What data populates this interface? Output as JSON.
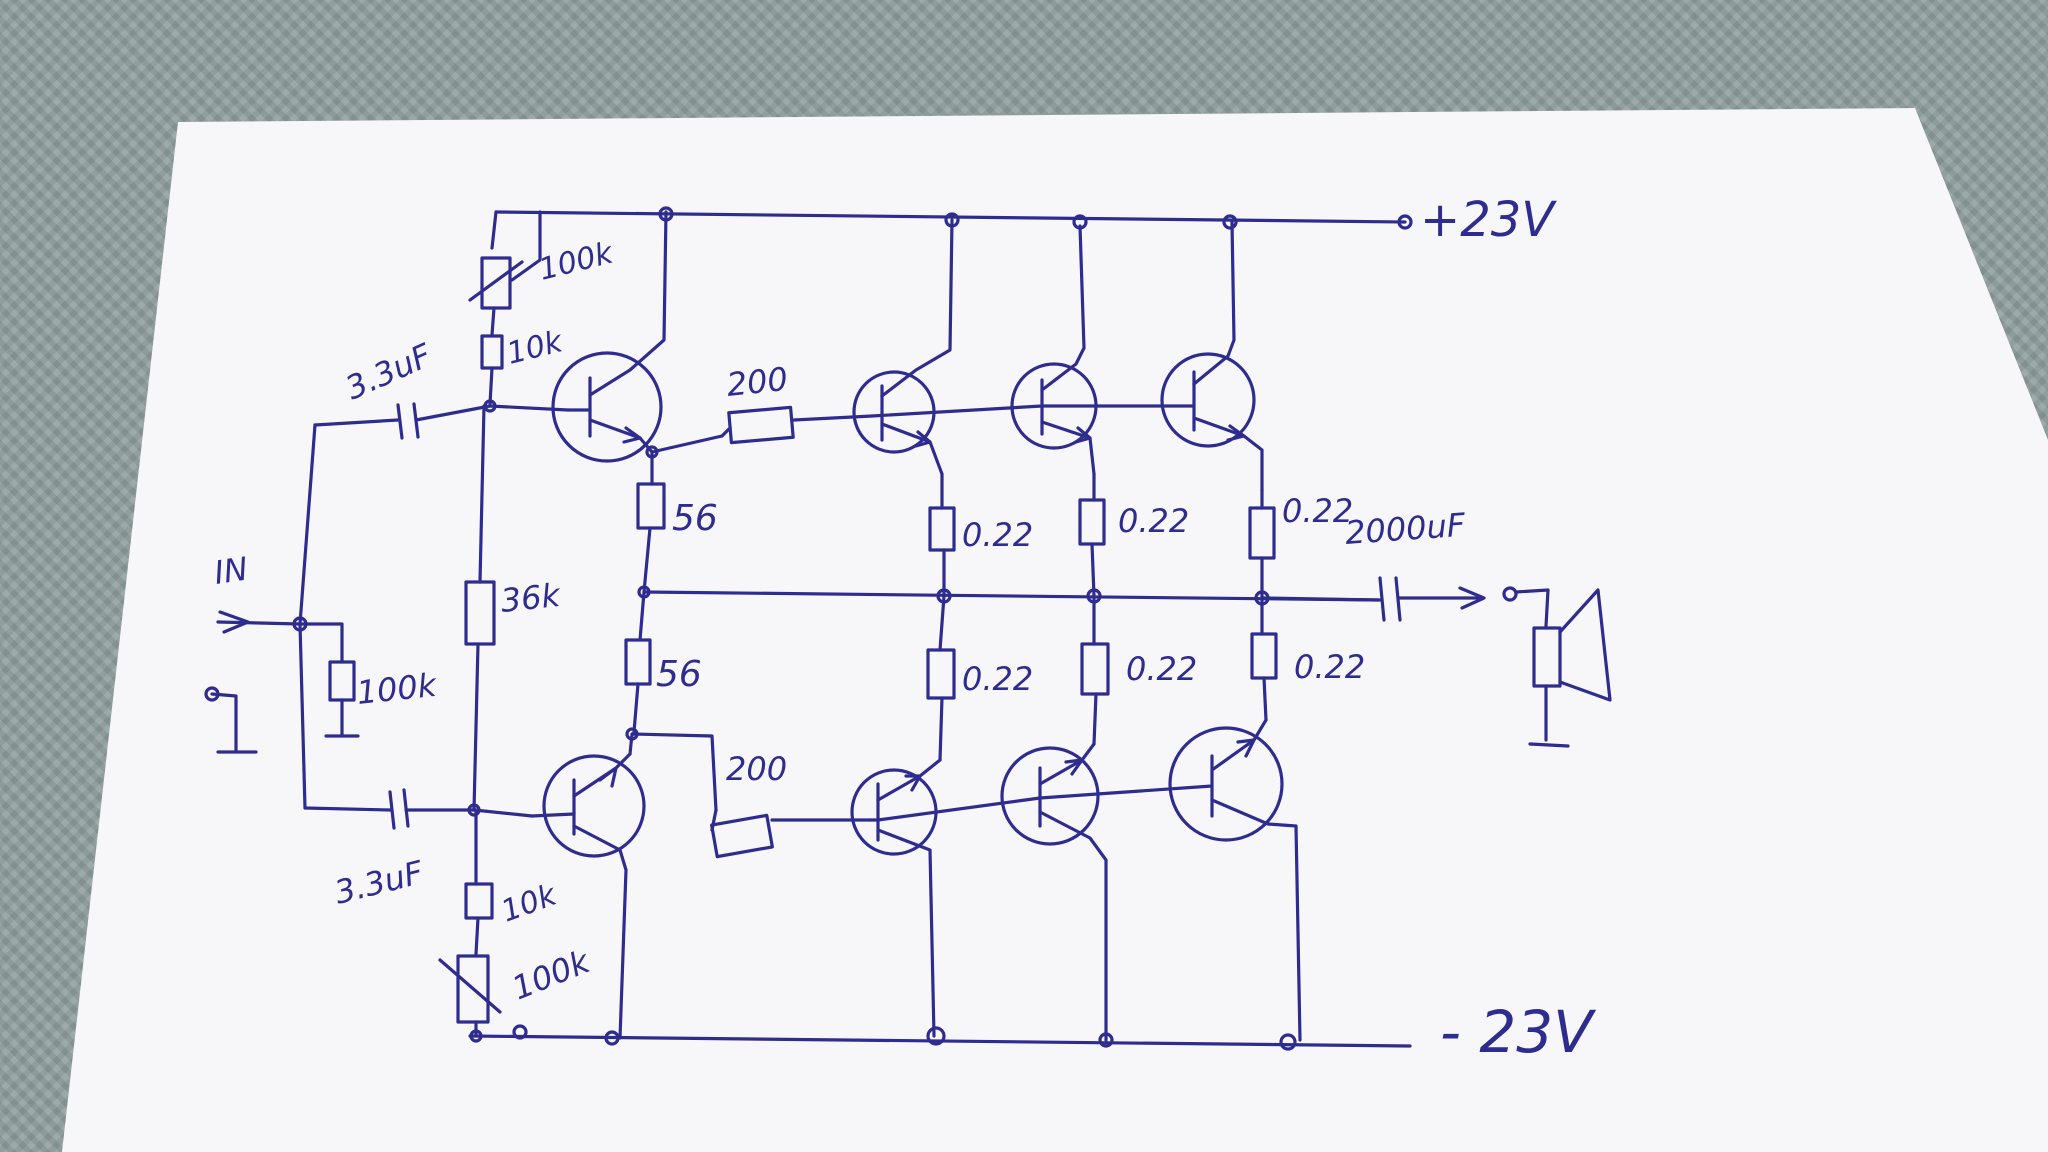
{
  "colors": {
    "ink": "#2f2c8f",
    "paper": "#f7f7f9",
    "tablecloth": "#8e9e9d"
  },
  "labels": {
    "supply_positive": "+23V",
    "supply_negative": "- 23V",
    "input": "IN",
    "pot_top": "100k",
    "r_top_bias": "10k",
    "cap_in_top": "3.3uF",
    "r_input": "100k",
    "r_mid_bias": "36k",
    "cap_in_bottom": "3.3uF",
    "r_bottom_bias": "10k",
    "pot_bottom": "100k",
    "r_driver_top": "200",
    "r_driver_bottom": "200",
    "r_emitter_top": "56",
    "r_emitter_bottom": "56",
    "re_upper_1": "0.22",
    "re_upper_2": "0.22",
    "re_upper_3": "0.22",
    "re_lower_1": "0.22",
    "re_lower_2": "0.22",
    "re_lower_3": "0.22",
    "cap_out": "2000uF"
  }
}
